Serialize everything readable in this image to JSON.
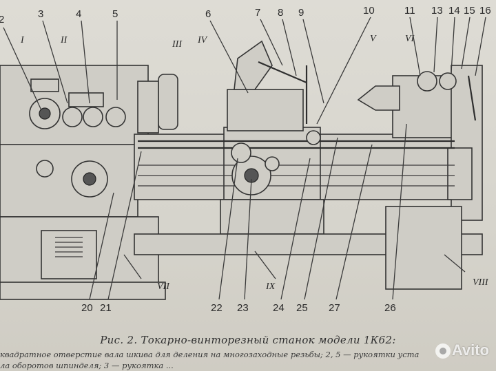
{
  "figure": {
    "caption": "Рис. 2. Токарно-винторезный станок модели 1К62:",
    "legend_line1": "квадратное отверстие вала шкива для деления на многозаходные резьбы; 2, 5 — рукоятки уста",
    "legend_line2": "ла оборотов шпинделя; 3 — рукоятка ...",
    "number_labels": [
      "2",
      "3",
      "4",
      "5",
      "6",
      "7",
      "8",
      "9",
      "10",
      "11",
      "13",
      "14",
      "15",
      "16",
      "20",
      "21",
      "22",
      "23",
      "24",
      "25",
      "27",
      "26"
    ],
    "roman_labels": [
      "I",
      "II",
      "III",
      "IV",
      "V",
      "VI",
      "VII",
      "IX",
      "VIII"
    ]
  },
  "watermark": {
    "text": "Avito",
    "icon": "avito-logo-icon"
  }
}
